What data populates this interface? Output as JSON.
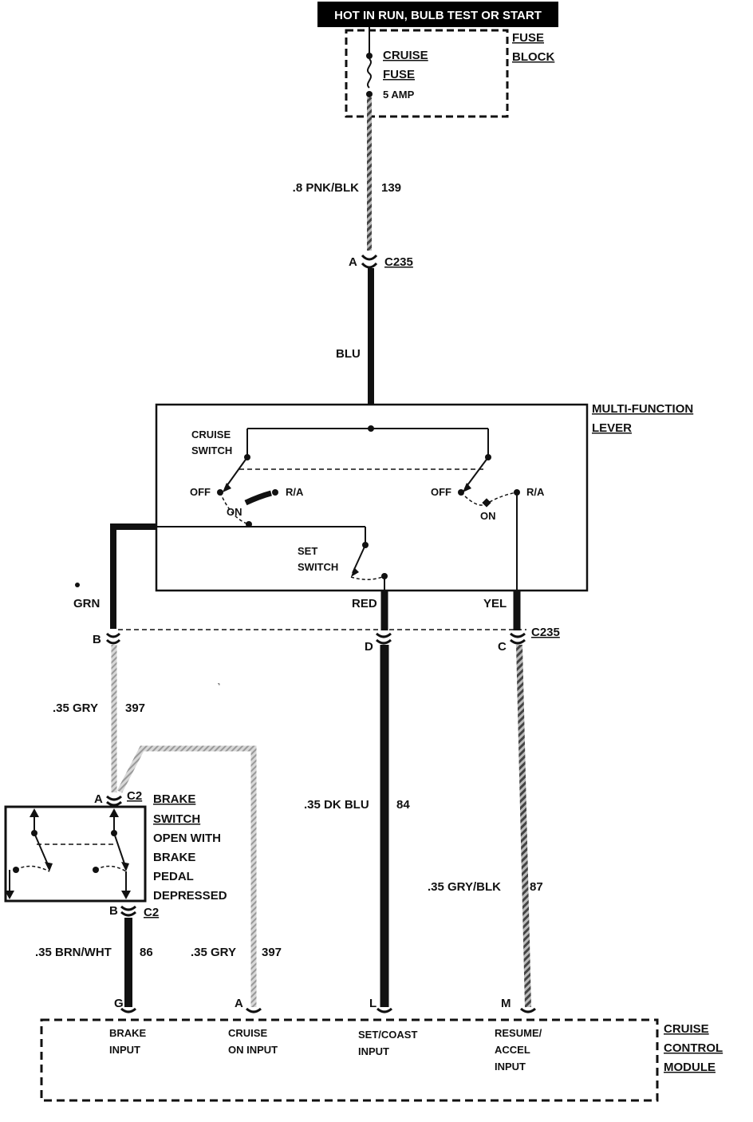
{
  "header": {
    "banner": "HOT IN RUN, BULB TEST OR START"
  },
  "fuse_block": {
    "label_line1": "FUSE",
    "label_line2": "BLOCK",
    "fuse_line1": "CRUISE",
    "fuse_line2": "FUSE",
    "rating": "5 AMP"
  },
  "wires": {
    "w139": {
      "gauge_color": ".8 PNK/BLK",
      "circuit": "139"
    },
    "blu": "BLU",
    "grn": "GRN",
    "red": "RED",
    "yel": "YEL",
    "w397_upper": {
      "gauge_color": ".35 GRY",
      "circuit": "397"
    },
    "w84": {
      "gauge_color": ".35 DK BLU",
      "circuit": "84"
    },
    "w87": {
      "gauge_color": ".35 GRY/BLK",
      "circuit": "87"
    },
    "w86": {
      "gauge_color": ".35 BRN/WHT",
      "circuit": "86"
    },
    "w397_lower": {
      "gauge_color": ".35 GRY",
      "circuit": "397"
    }
  },
  "connectors": {
    "c235_top": {
      "pin": "A",
      "name": "C235"
    },
    "c235_bottom": {
      "pin_b": "B",
      "pin_d": "D",
      "pin_c": "C",
      "name": "C235"
    },
    "c2_top": {
      "pin": "A",
      "name": "C2"
    },
    "c2_bottom": {
      "pin": "B",
      "name": "C2"
    }
  },
  "multifunction_lever": {
    "label_line1": "MULTI-FUNCTION",
    "label_line2": "LEVER",
    "cruise_switch_line1": "CRUISE",
    "cruise_switch_line2": "SWITCH",
    "left_off": "OFF",
    "left_on": "ON",
    "left_ra": "R/A",
    "right_off": "OFF",
    "right_on": "ON",
    "right_ra": "R/A",
    "set_switch_line1": "SET",
    "set_switch_line2": "SWITCH"
  },
  "brake_switch": {
    "line1": "BRAKE",
    "line2": "SWITCH",
    "line3": "OPEN WITH",
    "line4": "BRAKE",
    "line5": "PEDAL",
    "line6": "DEPRESSED"
  },
  "module": {
    "label_line1": "CRUISE",
    "label_line2": "CONTROL",
    "label_line3": "MODULE",
    "pins": [
      {
        "pin": "G",
        "line1": "BRAKE",
        "line2": "INPUT",
        "line3": ""
      },
      {
        "pin": "A",
        "line1": "CRUISE",
        "line2": "ON INPUT",
        "line3": ""
      },
      {
        "pin": "L",
        "line1": "SET/COAST",
        "line2": "INPUT",
        "line3": ""
      },
      {
        "pin": "M",
        "line1": "RESUME/",
        "line2": "ACCEL",
        "line3": "INPUT"
      }
    ]
  }
}
